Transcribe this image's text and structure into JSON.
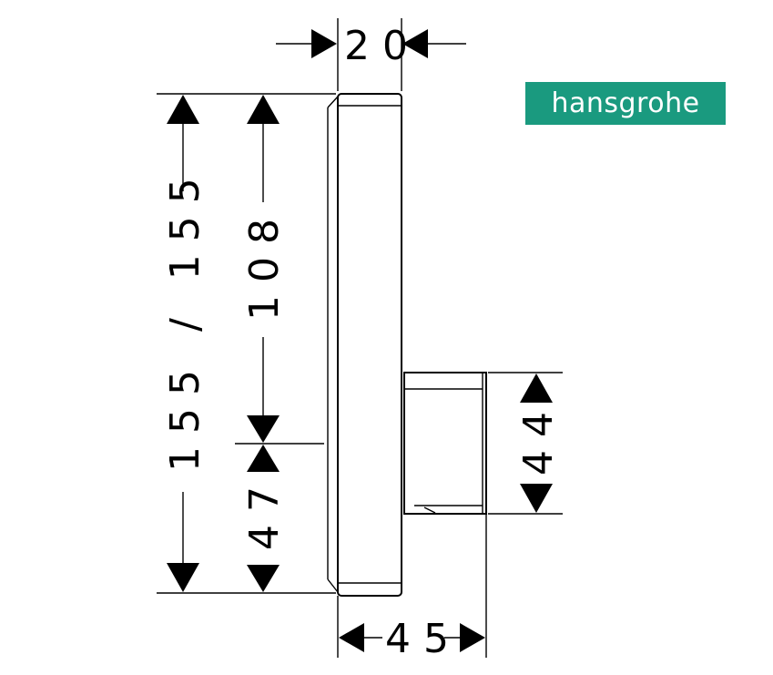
{
  "brand": {
    "name": "hansgrohe",
    "color": "#1a9a7f",
    "text_color": "#ffffff"
  },
  "dimensions": {
    "top_width": "20",
    "bottom_width": "45",
    "total_height": "155 / 155",
    "upper_height": "108",
    "lower_height": "47",
    "body_height": "44"
  },
  "colors": {
    "line": "#000000",
    "background": "#ffffff"
  }
}
